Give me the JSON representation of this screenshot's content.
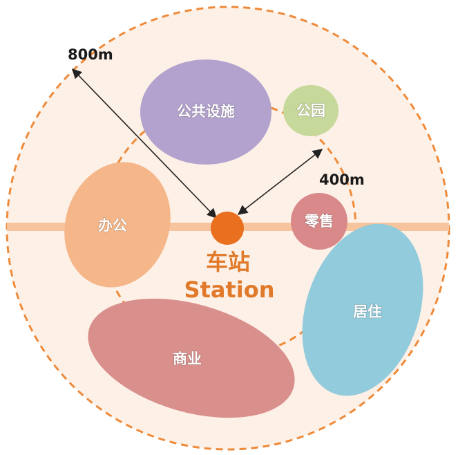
{
  "colors": {
    "outer_fill": "#fdf0e6",
    "ring_stroke": "#ee8a3a",
    "road": "#f7c49d",
    "station": "#e8701f",
    "station_text": "#e07a2a",
    "arrow": "#222222",
    "public": "#b2a2cd",
    "park": "#c6d89a",
    "office": "#f5b78a",
    "retail": "#d9898a",
    "commercial": "#d98f8c",
    "residential": "#92cbdc"
  },
  "radius_labels": {
    "outer": "800m",
    "inner": "400m"
  },
  "station": {
    "name_cn": "车站",
    "name_en": "Station"
  },
  "zones": {
    "public": "公共设施",
    "park": "公园",
    "office": "办公",
    "retail": "零售",
    "commercial": "商业",
    "residential": "居住"
  }
}
